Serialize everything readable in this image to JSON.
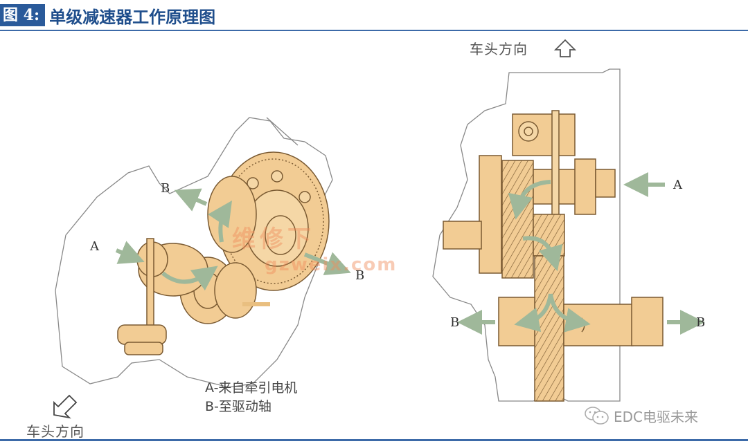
{
  "figure": {
    "tag": "图 4:",
    "title": "单级减速器工作原理图"
  },
  "directions": {
    "top_right": "车头方向",
    "bottom_left": "车头方向"
  },
  "labels": {
    "left_A": "A",
    "left_B_top": "B",
    "left_B_right": "B",
    "right_A": "A",
    "right_B_left": "B",
    "right_B_right": "B"
  },
  "legend": {
    "a": "A-来自牵引电机",
    "b": "B-至驱动轴"
  },
  "watermarks": {
    "site_text": "维修下",
    "site_url": "gzweix.com",
    "source": "EDC电驱未来"
  },
  "colors": {
    "accent": "#2a5a9a",
    "title": "#1f4e8c",
    "gear_fill": "#f2cc94",
    "gear_stroke": "#7a5a32",
    "flow_arrow": "#9fb89a"
  }
}
